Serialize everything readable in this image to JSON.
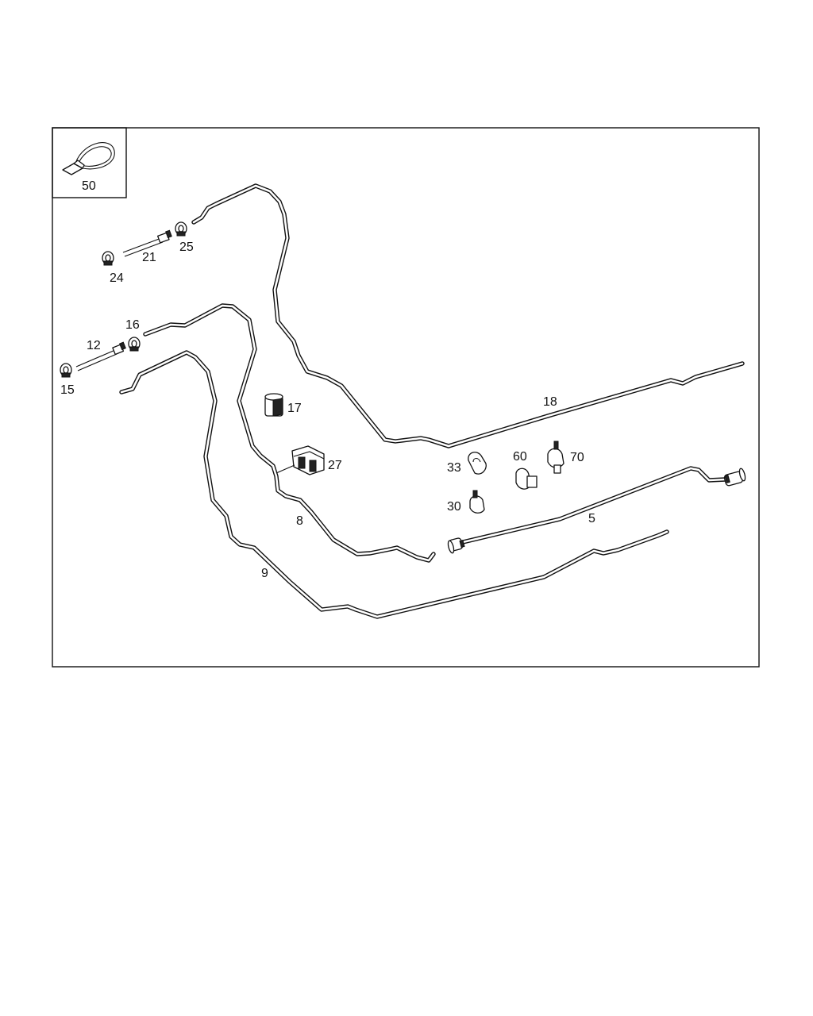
{
  "diagram": {
    "inset_label": "50",
    "callouts": {
      "p5": "5",
      "p8": "8",
      "p9": "9",
      "p12": "12",
      "p15": "15",
      "p16": "16",
      "p17": "17",
      "p18": "18",
      "p21": "21",
      "p24": "24",
      "p25": "25",
      "p27": "27",
      "p30": "30",
      "p33": "33",
      "p60": "60",
      "p70": "70"
    }
  }
}
